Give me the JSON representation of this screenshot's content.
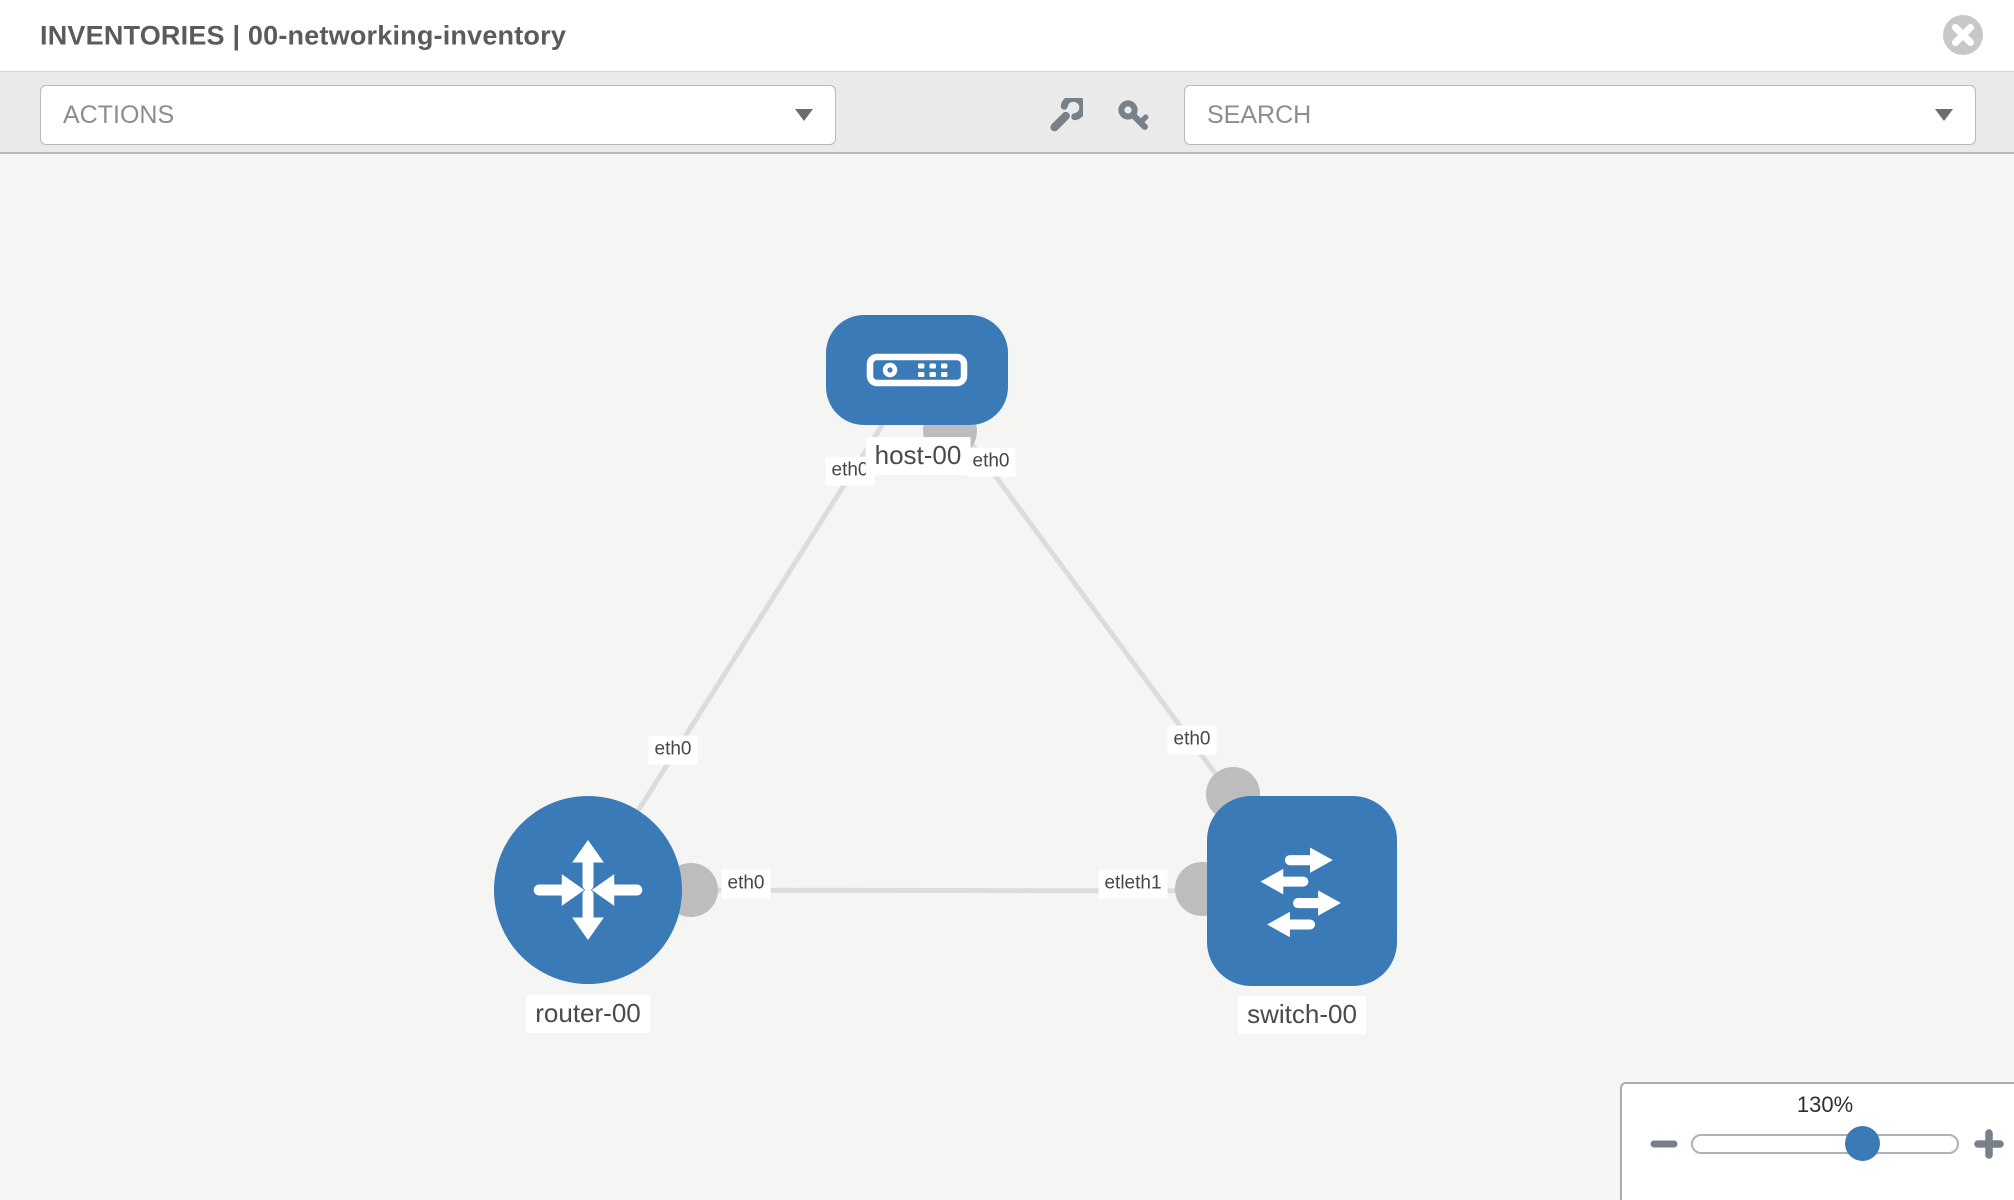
{
  "header": {
    "title": "INVENTORIES | 00-networking-inventory"
  },
  "toolbar": {
    "actions_label": "ACTIONS",
    "search_label": "SEARCH"
  },
  "topology": {
    "nodes": [
      {
        "label": "host-00",
        "type": "host"
      },
      {
        "label": "router-00",
        "type": "router"
      },
      {
        "label": "switch-00",
        "type": "switch"
      }
    ],
    "links": [
      {
        "from": "host-00",
        "to": "router-00"
      },
      {
        "from": "host-00",
        "to": "switch-00"
      },
      {
        "from": "router-00",
        "to": "switch-00"
      }
    ],
    "interface_labels": [
      {
        "text": "eth0",
        "position": "host-left"
      },
      {
        "text": "eth0",
        "position": "host-right"
      },
      {
        "text": "eth0",
        "position": "link-router-to-host"
      },
      {
        "text": "eth0",
        "position": "router-right-port"
      },
      {
        "text": "eth0",
        "position": "switch-top-port"
      },
      {
        "text": "etleth1",
        "position": "switch-left-port"
      }
    ],
    "colors": {
      "node": "#3a7bb7",
      "link": "#dcdcdc",
      "port": "#bdbdbd"
    }
  },
  "zoom_control": {
    "level": "130%"
  }
}
